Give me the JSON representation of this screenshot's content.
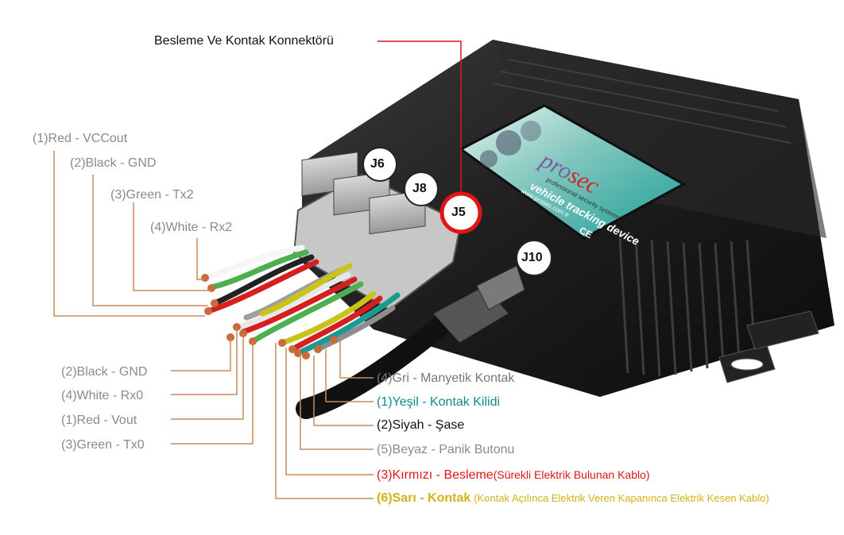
{
  "colors": {
    "accent_red": "#e01515",
    "teal": "#0e8a8a",
    "gold": "#d4b21a",
    "leader": "#c98a5a",
    "device_body": "#1c1c1c"
  },
  "header": {
    "connector_title": "Besleme Ve Kontak Konnektörü"
  },
  "connectors": {
    "j6": "J6",
    "j8": "J8",
    "j5": "J5",
    "j10": "J10"
  },
  "device": {
    "brand_pro": "pro",
    "brand_sec": "sec",
    "tagline": "vehicle tracking device",
    "sub_tagline": "professional security systems",
    "url": "www.prosec.com.tr",
    "ce": "CE"
  },
  "left_top_labels": [
    "(1)Red - VCCout",
    "(2)Black - GND",
    "(3)Green - Tx2",
    "(4)White - Rx2"
  ],
  "left_bottom_labels": [
    "(2)Black - GND",
    "(4)White - Rx0",
    "(1)Red - Vout",
    "(3)Green - Tx0"
  ],
  "right_labels": {
    "gri": "(4)Gri - Manyetik Kontak",
    "yesil": "(1)Yeşil - Kontak Kilidi",
    "siyah": "(2)Siyah - Şase",
    "beyaz": "(5)Beyaz - Panik Butonu",
    "kirmizi": "(3)Kırmızı - Besleme",
    "kirmizi_note": "(Sürekli Elektrik Bulunan Kablo)",
    "sari": "(6)Sarı - Kontak",
    "sari_note": "(Kontak Açılınca Elektrik Veren Kapanınca Elektrik Kesen Kablo)"
  }
}
